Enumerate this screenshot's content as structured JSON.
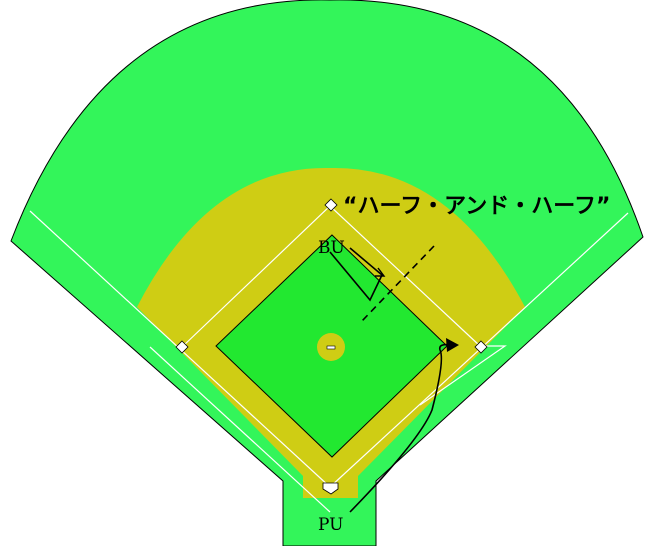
{
  "diagram": {
    "title": "“ハーフ・アンド・ハーフ”",
    "labels": {
      "bu": "BU",
      "pu": "PU"
    },
    "colors": {
      "outfield_grass": "#33f55a",
      "infield_dirt": "#cfcd14",
      "infield_grass": "#22e830",
      "outline": "#000000",
      "foul_line": "#ffffff",
      "base": "#ffffff"
    }
  }
}
